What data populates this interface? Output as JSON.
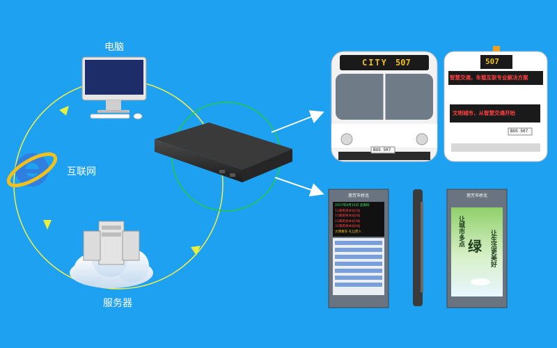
{
  "nodes": {
    "computer": {
      "label": "电脑"
    },
    "internet": {
      "label": "互联网"
    },
    "server": {
      "label": "服务器"
    }
  },
  "bus_front": {
    "route_sign": "CITY",
    "route_number": "507",
    "plate": "BUS 507"
  },
  "bus_rear": {
    "number_sign": "507",
    "scroll_text": "智慧交通，车载互联专业解决方案",
    "side_slogan": "文明城市，从智慧交通开始",
    "plate": "BUS 507"
  },
  "stop_sign_left": {
    "header": "莲芳市桥北",
    "lines": [
      "2017年8月15日 星期四",
      "12路距离本站1站",
      "15路距离本站2站",
      "23路距离本站3站",
      "32路距离本站4站",
      "文明乘车 礼让老人"
    ]
  },
  "stop_sign_right": {
    "header": "莲芳市桥北",
    "poster_lines": [
      "让城市多点",
      "绿",
      "让生活更美好"
    ]
  },
  "colors": {
    "background": "#1da1f0",
    "link_line": "#22cc44",
    "flow_arrow": "#e8f03c",
    "led_amber": "#f0c020",
    "led_red": "#ff4040"
  }
}
